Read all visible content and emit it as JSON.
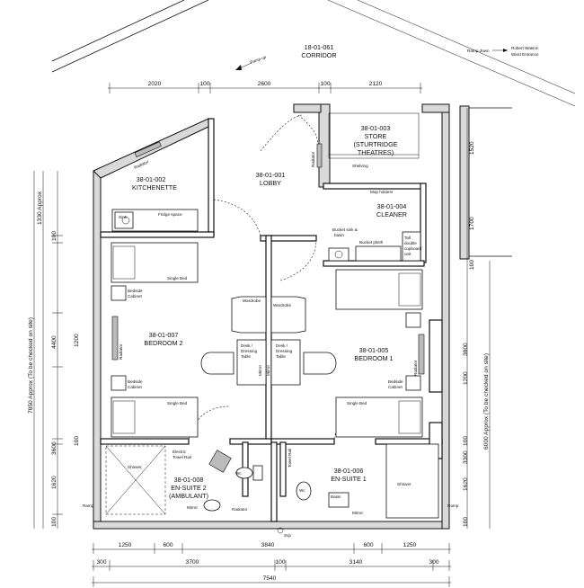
{
  "rooms": {
    "corridor_id": "18-01-061",
    "corridor_name": "CORRIDOR",
    "kitchenette_id": "38-01-002",
    "kitchenette_name": "KITCHENETTE",
    "lobby_id": "38-01-001",
    "lobby_name": "LOBBY",
    "store_id": "38-01-003",
    "store_name": "STORE",
    "store_sub1": "(STURTRIDGE",
    "store_sub2": "THEATRES)",
    "cleaner_id": "38-01-004",
    "cleaner_name": "CLEANER",
    "bedroom2_id": "38-01-007",
    "bedroom2_name": "BEDROOM 2",
    "bedroom1_id": "38-01-005",
    "bedroom1_name": "BEDROOM 1",
    "ensuite2_id": "38-01-008",
    "ensuite2_name": "EN-SUITE 2",
    "ensuite2_sub": "(AMBULANT)",
    "ensuite1_id": "38-01-006",
    "ensuite1_name": "EN-SUITE 1"
  },
  "labels": {
    "ramp_up": "Ramp up",
    "ramp_down": "Ramp down",
    "robert_watson": "Robert Watson",
    "ward_entrance": "Ward Entrance",
    "radiator": "Radiator",
    "sink": "Sink",
    "fridge_space": "Fridge space",
    "shelving": "Shelving",
    "mop_holders": "Mop holders",
    "bucket_sink": "Bucket sink &",
    "basin": "basin",
    "bucket_plinth": "Bucket plinth",
    "tall": "Tall",
    "double": "double",
    "cupboard": "cupboard",
    "unit": "unit",
    "single_bed": "Single Bed",
    "bedside": "Bedside",
    "cabinet": "Cabinet",
    "wardrobe": "Wardrobe",
    "desk": "Desk /",
    "dressing": "Dressing",
    "table": "Table",
    "mirror": "Mirror",
    "electric": "Electric",
    "towel_rail": "Towel Rail",
    "shower": "Shower",
    "wc": "Wc",
    "basin_label": "Basin",
    "ramp": "Ramp",
    "svp": "Svp"
  },
  "dimensions": {
    "top": [
      "2020",
      "100",
      "2600",
      "100",
      "2120"
    ],
    "bottom_row1": [
      "1250",
      "600",
      "3840",
      "600",
      "1250"
    ],
    "bottom_row2": [
      "300",
      "3700",
      "100",
      "3140",
      "300"
    ],
    "bottom_total": "7540",
    "left_inner": [
      "100",
      "4400",
      "1200",
      "100",
      "3600",
      "1620",
      "100"
    ],
    "left_outer_top": "1330 Approx",
    "left_outer": "7850 Approx (To be checked on site)",
    "right_inner": [
      "1520",
      "1700",
      "100",
      "3800",
      "1200",
      "100",
      "3300",
      "1620",
      "100"
    ],
    "right_outer": "6000 Approx (To be checked on site)"
  }
}
